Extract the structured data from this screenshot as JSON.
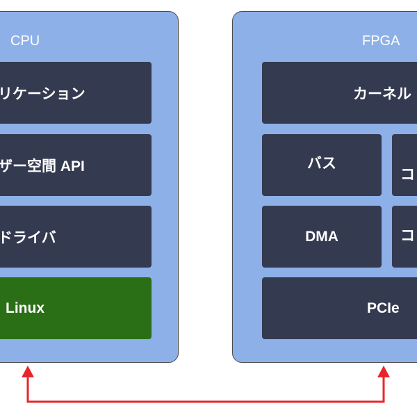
{
  "cpu": {
    "title": "CPU",
    "blocks": [
      {
        "label": "リケーション"
      },
      {
        "label": "ザー空間 API"
      },
      {
        "label": "ドライバ"
      },
      {
        "label": "Linux"
      }
    ]
  },
  "fpga": {
    "title": "FPGA",
    "blocks": [
      {
        "label": "カーネル"
      },
      {
        "label": "バス"
      },
      {
        "label": "コ"
      },
      {
        "label": "DMA"
      },
      {
        "label": "コ"
      },
      {
        "label": "PCIe"
      }
    ]
  },
  "colors": {
    "panel": "#8eb0e8",
    "block": "#343a50",
    "linux_block": "#2a6e16",
    "arrow": "#e8262a"
  }
}
